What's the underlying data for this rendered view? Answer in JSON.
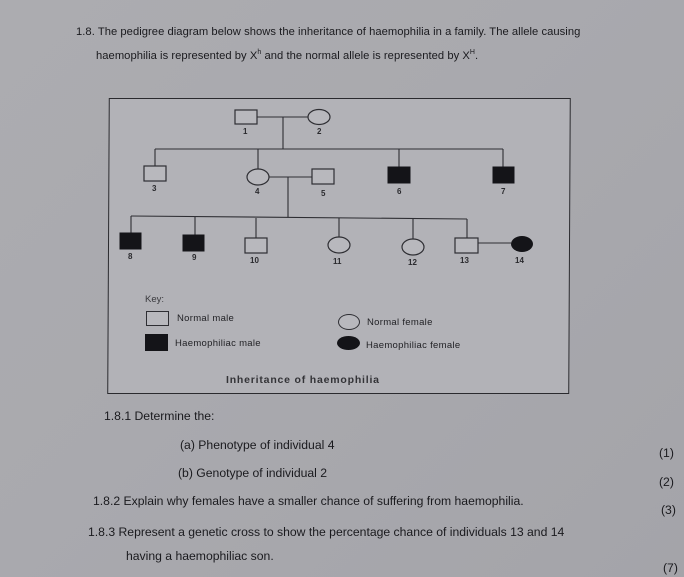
{
  "question": {
    "number": "1.8.",
    "intro_line1": "1.8. The pedigree diagram below shows the inheritance of haemophilia in a family. The allele causing",
    "intro_line2_a": "haemophilia is represented by X",
    "intro_line2_sup1": "h",
    "intro_line2_b": " and the normal allele  is represented by X",
    "intro_line2_sup2": "H",
    "intro_line2_c": "."
  },
  "pedigree": {
    "caption": "Inheritance of haemophilia",
    "individuals": [
      {
        "id": "1",
        "sex": "male",
        "affected": false,
        "generation": 1
      },
      {
        "id": "2",
        "sex": "female",
        "affected": false,
        "generation": 1
      },
      {
        "id": "3",
        "sex": "male",
        "affected": false,
        "generation": 2
      },
      {
        "id": "4",
        "sex": "female",
        "affected": false,
        "generation": 2
      },
      {
        "id": "5",
        "sex": "male",
        "affected": false,
        "generation": 2
      },
      {
        "id": "6",
        "sex": "male",
        "affected": true,
        "generation": 2
      },
      {
        "id": "7",
        "sex": "male",
        "affected": true,
        "generation": 2
      },
      {
        "id": "8",
        "sex": "male",
        "affected": true,
        "generation": 3
      },
      {
        "id": "9",
        "sex": "male",
        "affected": true,
        "generation": 3
      },
      {
        "id": "10",
        "sex": "male",
        "affected": false,
        "generation": 3
      },
      {
        "id": "11",
        "sex": "female",
        "affected": false,
        "generation": 3
      },
      {
        "id": "12",
        "sex": "female",
        "affected": false,
        "generation": 3
      },
      {
        "id": "13",
        "sex": "male",
        "affected": false,
        "generation": 3
      },
      {
        "id": "14",
        "sex": "female",
        "affected": true,
        "generation": 3
      }
    ],
    "key": {
      "title": "Key:",
      "normal_male": "Normal male",
      "haemophiliac_male": "Haemophiliac male",
      "normal_female": "Normal female",
      "haemophiliac_female": "Haemophiliac female"
    }
  },
  "subquestions": {
    "q181_title": "1.8.1 Determine the:",
    "q181a": "(a) Phenotype of individual 4",
    "q181a_marks": "(1)",
    "q181b": "(b) Genotype of individual 2",
    "q181b_marks": "(2)",
    "q182": "1.8.2 Explain why females have a smaller chance of suffering from haemophilia.",
    "q182_marks": "(3)",
    "q183_line1": "1.8.3 Represent a genetic cross to show the percentage chance of individuals 13 and 14",
    "q183_line2": "having a haemophiliac son.",
    "q183_marks": "(7)"
  },
  "colors": {
    "background": "#a8a8ad",
    "diagram_fill": "#b2b2b7",
    "ink": "#1a1a1e",
    "affected_fill": "#141418"
  }
}
